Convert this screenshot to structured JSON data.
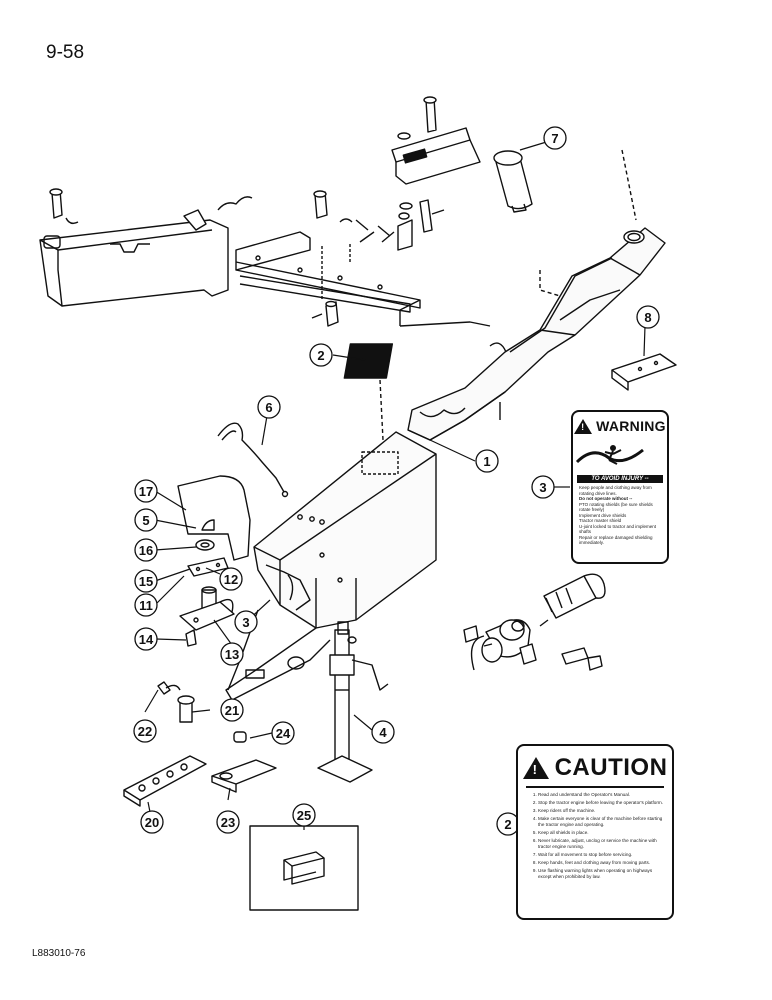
{
  "page": {
    "number": "9-58",
    "figure_code": "L883010-76"
  },
  "callouts": [
    "1",
    "2",
    "3",
    "4",
    "5",
    "6",
    "7",
    "8",
    "11",
    "12",
    "13",
    "14",
    "15",
    "16",
    "17",
    "20",
    "21",
    "22",
    "23",
    "24",
    "25"
  ],
  "warning_decal": {
    "callout": "3",
    "title": "WARNING",
    "heading": "TO AVOID INJURY --",
    "lines": [
      "Keep people and clothing away from rotating drive lines.",
      "Do not operate without --",
      "PTO rotating shields (be sure shields rotate freely)",
      "Implement drive shields",
      "Tractor master shield",
      "U-joint locked to tractor and implement shafts",
      "Repair or replace damaged shielding immediately."
    ]
  },
  "caution_decal": {
    "callout": "2",
    "title": "CAUTION",
    "items": [
      "Read and understand the Operator's Manual.",
      "Stop the tractor engine before leaving the operator's platform.",
      "Keep riders off the machine.",
      "Make certain everyone is clear of the machine before starting the tractor engine and operating.",
      "Keep all shields in place.",
      "Never lubricate, adjust, unclog or service the machine with tractor engine running.",
      "Wait for all movement to stop before servicing.",
      "Keep hands, feet and clothing away from moving parts.",
      "Use flashing warning lights when operating on highways except when prohibited by law."
    ]
  }
}
